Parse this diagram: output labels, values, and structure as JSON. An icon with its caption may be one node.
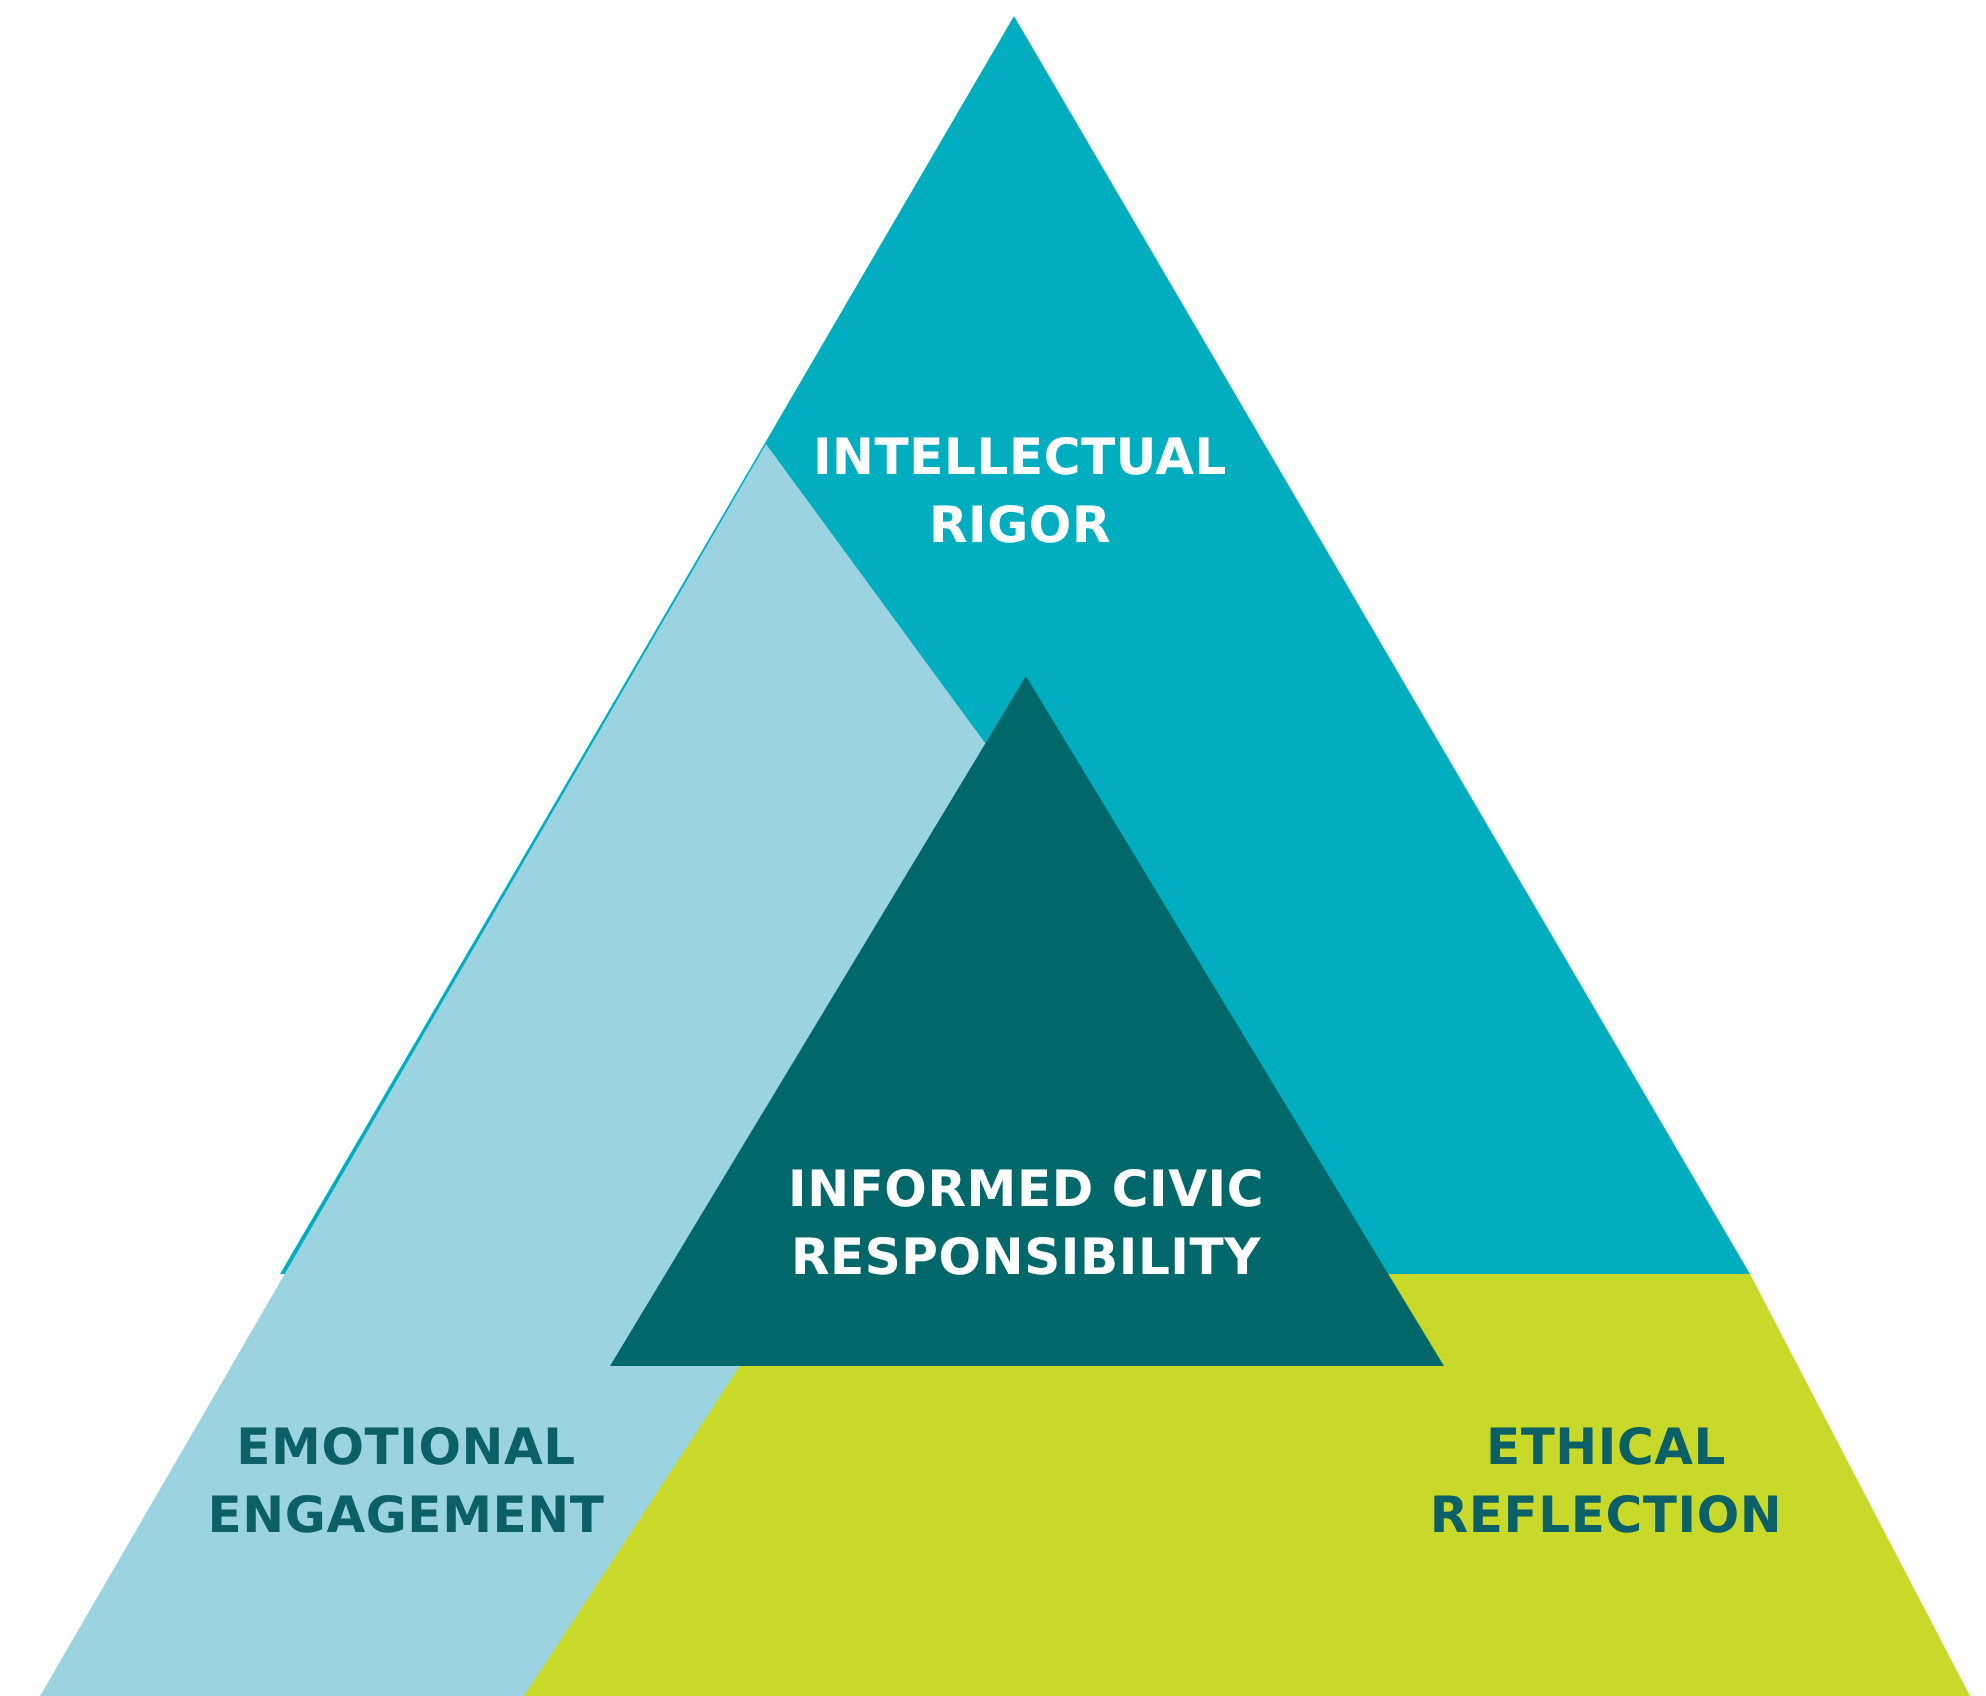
{
  "diagram": {
    "nodes": [
      {
        "text": [
          "INTELLECTUAL RIGOR"
        ]
      },
      {
        "text": [
          "EMOTIONAL ENGAGEMENT"
        ]
      },
      {
        "text": [
          "ETHICAL REFLECTION"
        ]
      },
      {
        "text": [
          "INFORMED CIVIC RESPONSIBILITY"
        ]
      }
    ]
  }
}
